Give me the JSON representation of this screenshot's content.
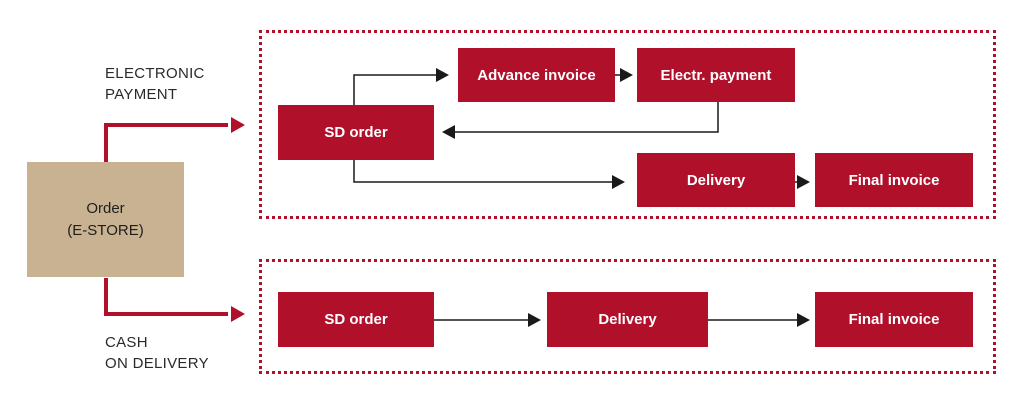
{
  "colors": {
    "accent": "#b0102a",
    "origin_fill": "#c8b291",
    "connector": "#1a1a1a"
  },
  "origin": {
    "line1": "Order",
    "line2": "(E-STORE)"
  },
  "electronic_payment": {
    "label_line1": "ELECTRONIC",
    "label_line2": "PAYMENT",
    "sd_order": "SD order",
    "advance_invoice": "Advance invoice",
    "electronic_payment": "Electr. payment",
    "delivery": "Delivery",
    "final_invoice": "Final invoice"
  },
  "cash_on_delivery": {
    "label_line1": "CASH",
    "label_line2": "ON DELIVERY",
    "sd_order": "SD order",
    "delivery": "Delivery",
    "final_invoice": "Final invoice"
  }
}
